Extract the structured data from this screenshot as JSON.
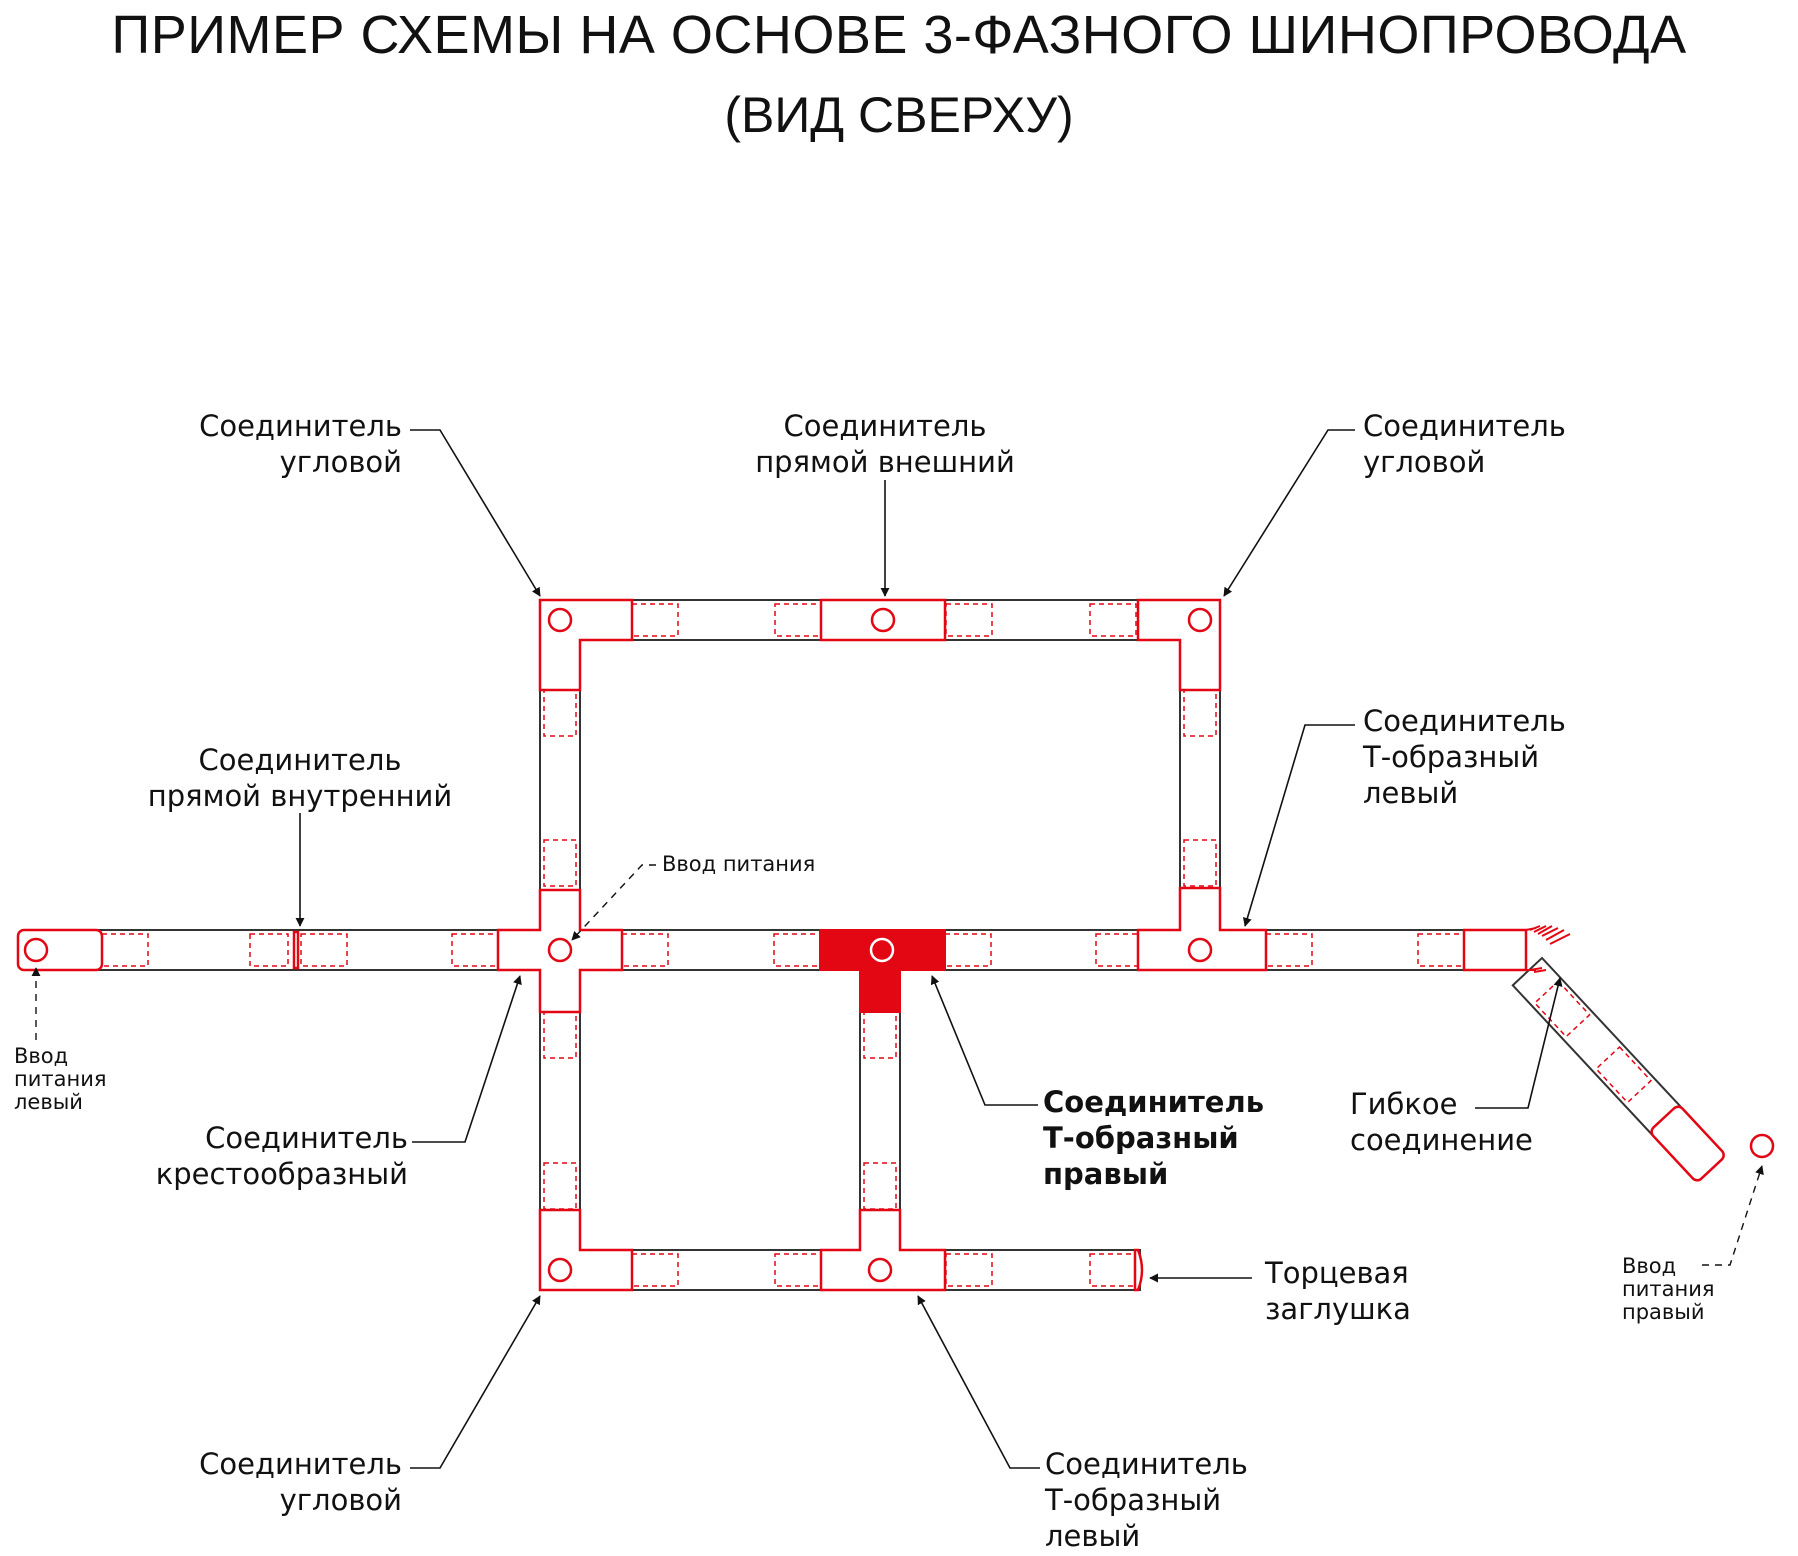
{
  "title": "ПРИМЕР СХЕМЫ НА ОСНОВЕ 3-ФАЗНОГО ШИНОПРОВОДА",
  "subtitle": "(ВИД СВЕРХУ)",
  "colors": {
    "accent": "#e30613",
    "line": "#1a1a1a",
    "connector_outline": "#e30613",
    "background": "#ffffff"
  },
  "labels": {
    "corner_top_left": {
      "line1": "Соединитель",
      "line2": "угловой"
    },
    "straight_outer": {
      "line1": "Соединитель",
      "line2": "прямой внешний"
    },
    "corner_top_right": {
      "line1": "Соединитель",
      "line2": "угловой"
    },
    "straight_inner": {
      "line1": "Соединитель",
      "line2": "прямой внутренний"
    },
    "power_feed": {
      "line1": "Ввод питания"
    },
    "t_left_right_side": {
      "line1": "Соединитель",
      "line2": "Т-образный",
      "line3": "левый"
    },
    "power_feed_left": {
      "line1": "Ввод",
      "line2": "питания",
      "line3": "левый"
    },
    "cross": {
      "line1": "Соединитель",
      "line2": "крестообразный"
    },
    "t_right_highlight": {
      "line1": "Соединитель",
      "line2": "Т-образный",
      "line3": "правый"
    },
    "flexible": {
      "line1": "Гибкое",
      "line2": "соединение"
    },
    "end_cap": {
      "line1": "Торцевая",
      "line2": "заглушка"
    },
    "power_feed_right": {
      "line1": "Ввод",
      "line2": "питания",
      "line3": "правый"
    },
    "corner_bottom_left": {
      "line1": "Соединитель",
      "line2": "угловой"
    },
    "t_left_bottom": {
      "line1": "Соединитель",
      "line2": "Т-образный",
      "line3": "левый"
    }
  }
}
